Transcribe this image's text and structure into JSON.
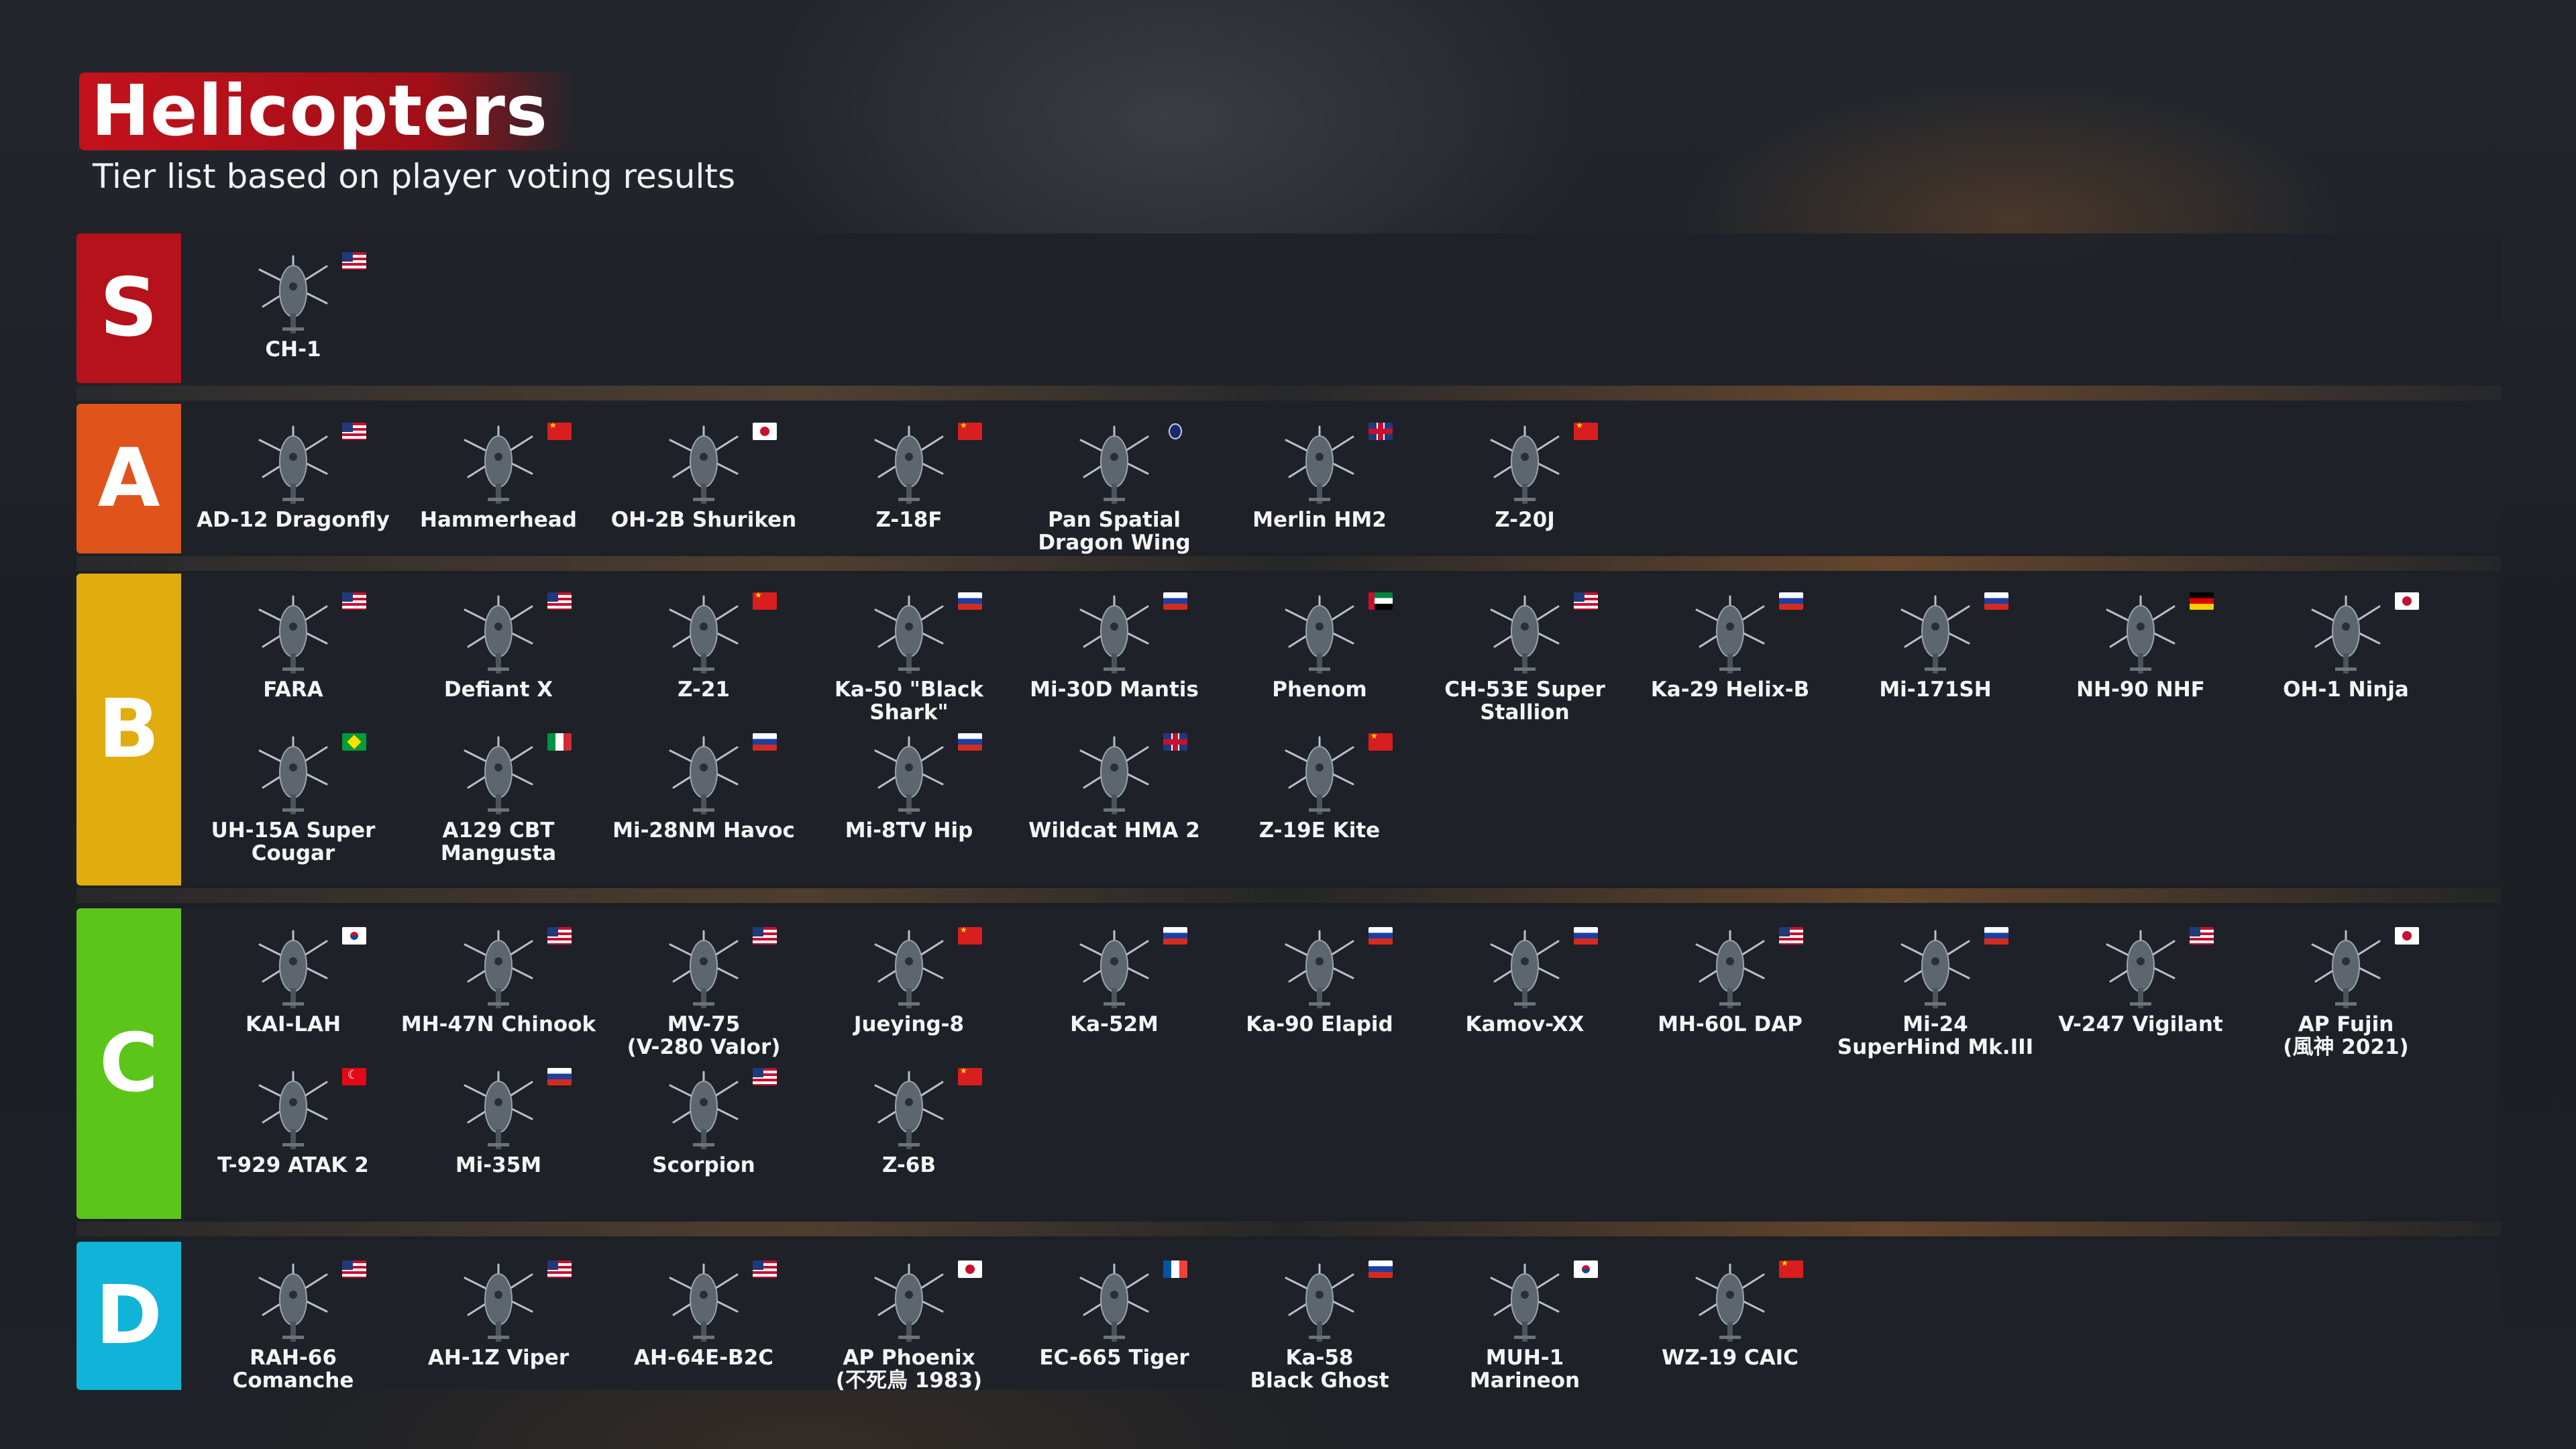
{
  "header": {
    "title": "Helicopters",
    "subtitle": "Tier list based on player voting results"
  },
  "tiers": [
    {
      "letter": "S",
      "color": "#b5121b",
      "items": [
        {
          "name": "CH-1",
          "flag": "us"
        }
      ]
    },
    {
      "letter": "A",
      "color": "#e0531a",
      "items": [
        {
          "name": "AD-12 Dragonfly",
          "flag": "us"
        },
        {
          "name": "Hammerhead",
          "flag": "cn"
        },
        {
          "name": "OH-2B Shuriken",
          "flag": "jp"
        },
        {
          "name": "Z-18F",
          "flag": "cn"
        },
        {
          "name": "Pan Spatial\nDragon Wing",
          "flag": "pan"
        },
        {
          "name": "Merlin HM2",
          "flag": "uk"
        },
        {
          "name": "Z-20J",
          "flag": "cn"
        }
      ]
    },
    {
      "letter": "B",
      "color": "#e0ac0e",
      "items": [
        {
          "name": "FARA",
          "flag": "us"
        },
        {
          "name": "Defiant X",
          "flag": "us"
        },
        {
          "name": "Z-21",
          "flag": "cn"
        },
        {
          "name": "Ka-50 \"Black Shark\"",
          "flag": "ru"
        },
        {
          "name": "Mi-30D Mantis",
          "flag": "ru"
        },
        {
          "name": "Phenom",
          "flag": "ae"
        },
        {
          "name": "CH-53E Super Stallion",
          "flag": "us"
        },
        {
          "name": "Ka-29 Helix-B",
          "flag": "ru"
        },
        {
          "name": "Mi-171SH",
          "flag": "ru"
        },
        {
          "name": "NH-90 NHF",
          "flag": "de"
        },
        {
          "name": "OH-1 Ninja",
          "flag": "jp"
        },
        {
          "name": "UH-15A Super Cougar",
          "flag": "br"
        },
        {
          "name": "A129 CBT\nMangusta",
          "flag": "it"
        },
        {
          "name": "Mi-28NM Havoc",
          "flag": "ru"
        },
        {
          "name": "Mi-8TV Hip",
          "flag": "ru"
        },
        {
          "name": "Wildcat HMA 2",
          "flag": "uk"
        },
        {
          "name": "Z-19E Kite",
          "flag": "cn"
        }
      ]
    },
    {
      "letter": "C",
      "color": "#5cc51a",
      "items": [
        {
          "name": "KAI-LAH",
          "flag": "kr"
        },
        {
          "name": "MH-47N Chinook",
          "flag": "us"
        },
        {
          "name": "MV-75\n(V-280 Valor)",
          "flag": "us"
        },
        {
          "name": "Jueying-8",
          "flag": "cn"
        },
        {
          "name": "Ka-52M",
          "flag": "ru"
        },
        {
          "name": "Ka-90 Elapid",
          "flag": "ru"
        },
        {
          "name": "Kamov-XX",
          "flag": "ru"
        },
        {
          "name": "MH-60L DAP",
          "flag": "us"
        },
        {
          "name": "Mi-24\nSuperHind Mk.III",
          "flag": "ru"
        },
        {
          "name": "V-247 Vigilant",
          "flag": "us"
        },
        {
          "name": "AP Fujin\n(風神 2021)",
          "flag": "jp"
        },
        {
          "name": "T-929 ATAK 2",
          "flag": "tr"
        },
        {
          "name": "Mi-35M",
          "flag": "ru"
        },
        {
          "name": "Scorpion",
          "flag": "us"
        },
        {
          "name": "Z-6B",
          "flag": "cn"
        }
      ]
    },
    {
      "letter": "D",
      "color": "#10b4d8",
      "items": [
        {
          "name": "RAH-66 Comanche",
          "flag": "us"
        },
        {
          "name": "AH-1Z Viper",
          "flag": "us"
        },
        {
          "name": "AH-64E-B2C",
          "flag": "us"
        },
        {
          "name": "AP Phoenix\n(不死鳥 1983)",
          "flag": "jp"
        },
        {
          "name": "EC-665 Tiger",
          "flag": "fr"
        },
        {
          "name": "Ka-58\nBlack Ghost",
          "flag": "ru"
        },
        {
          "name": "MUH-1\nMarineon",
          "flag": "kr"
        },
        {
          "name": "WZ-19 CAIC",
          "flag": "cn"
        }
      ]
    }
  ]
}
